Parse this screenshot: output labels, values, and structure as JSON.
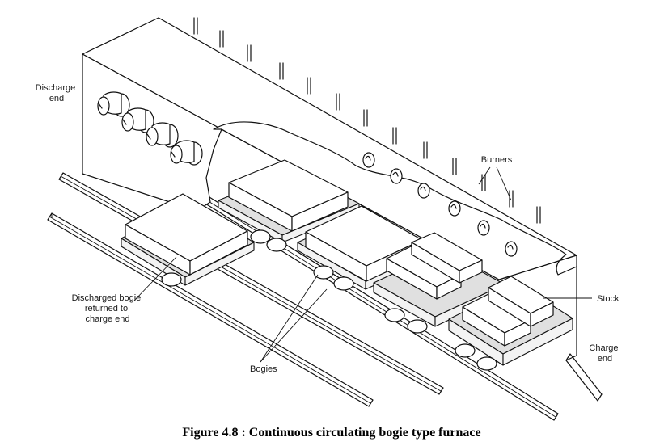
{
  "figure": {
    "caption": "Figure 4.8 :  Continuous circulating bogie type furnace",
    "labels": {
      "discharge_end": [
        "Discharge",
        "end"
      ],
      "burners": "Burners",
      "stock": "Stock",
      "charge_end": [
        "Charge",
        "end"
      ],
      "bogies": "Bogies",
      "discharged_bogie": [
        "Discharged bogie",
        "returned to",
        "charge end"
      ]
    }
  }
}
